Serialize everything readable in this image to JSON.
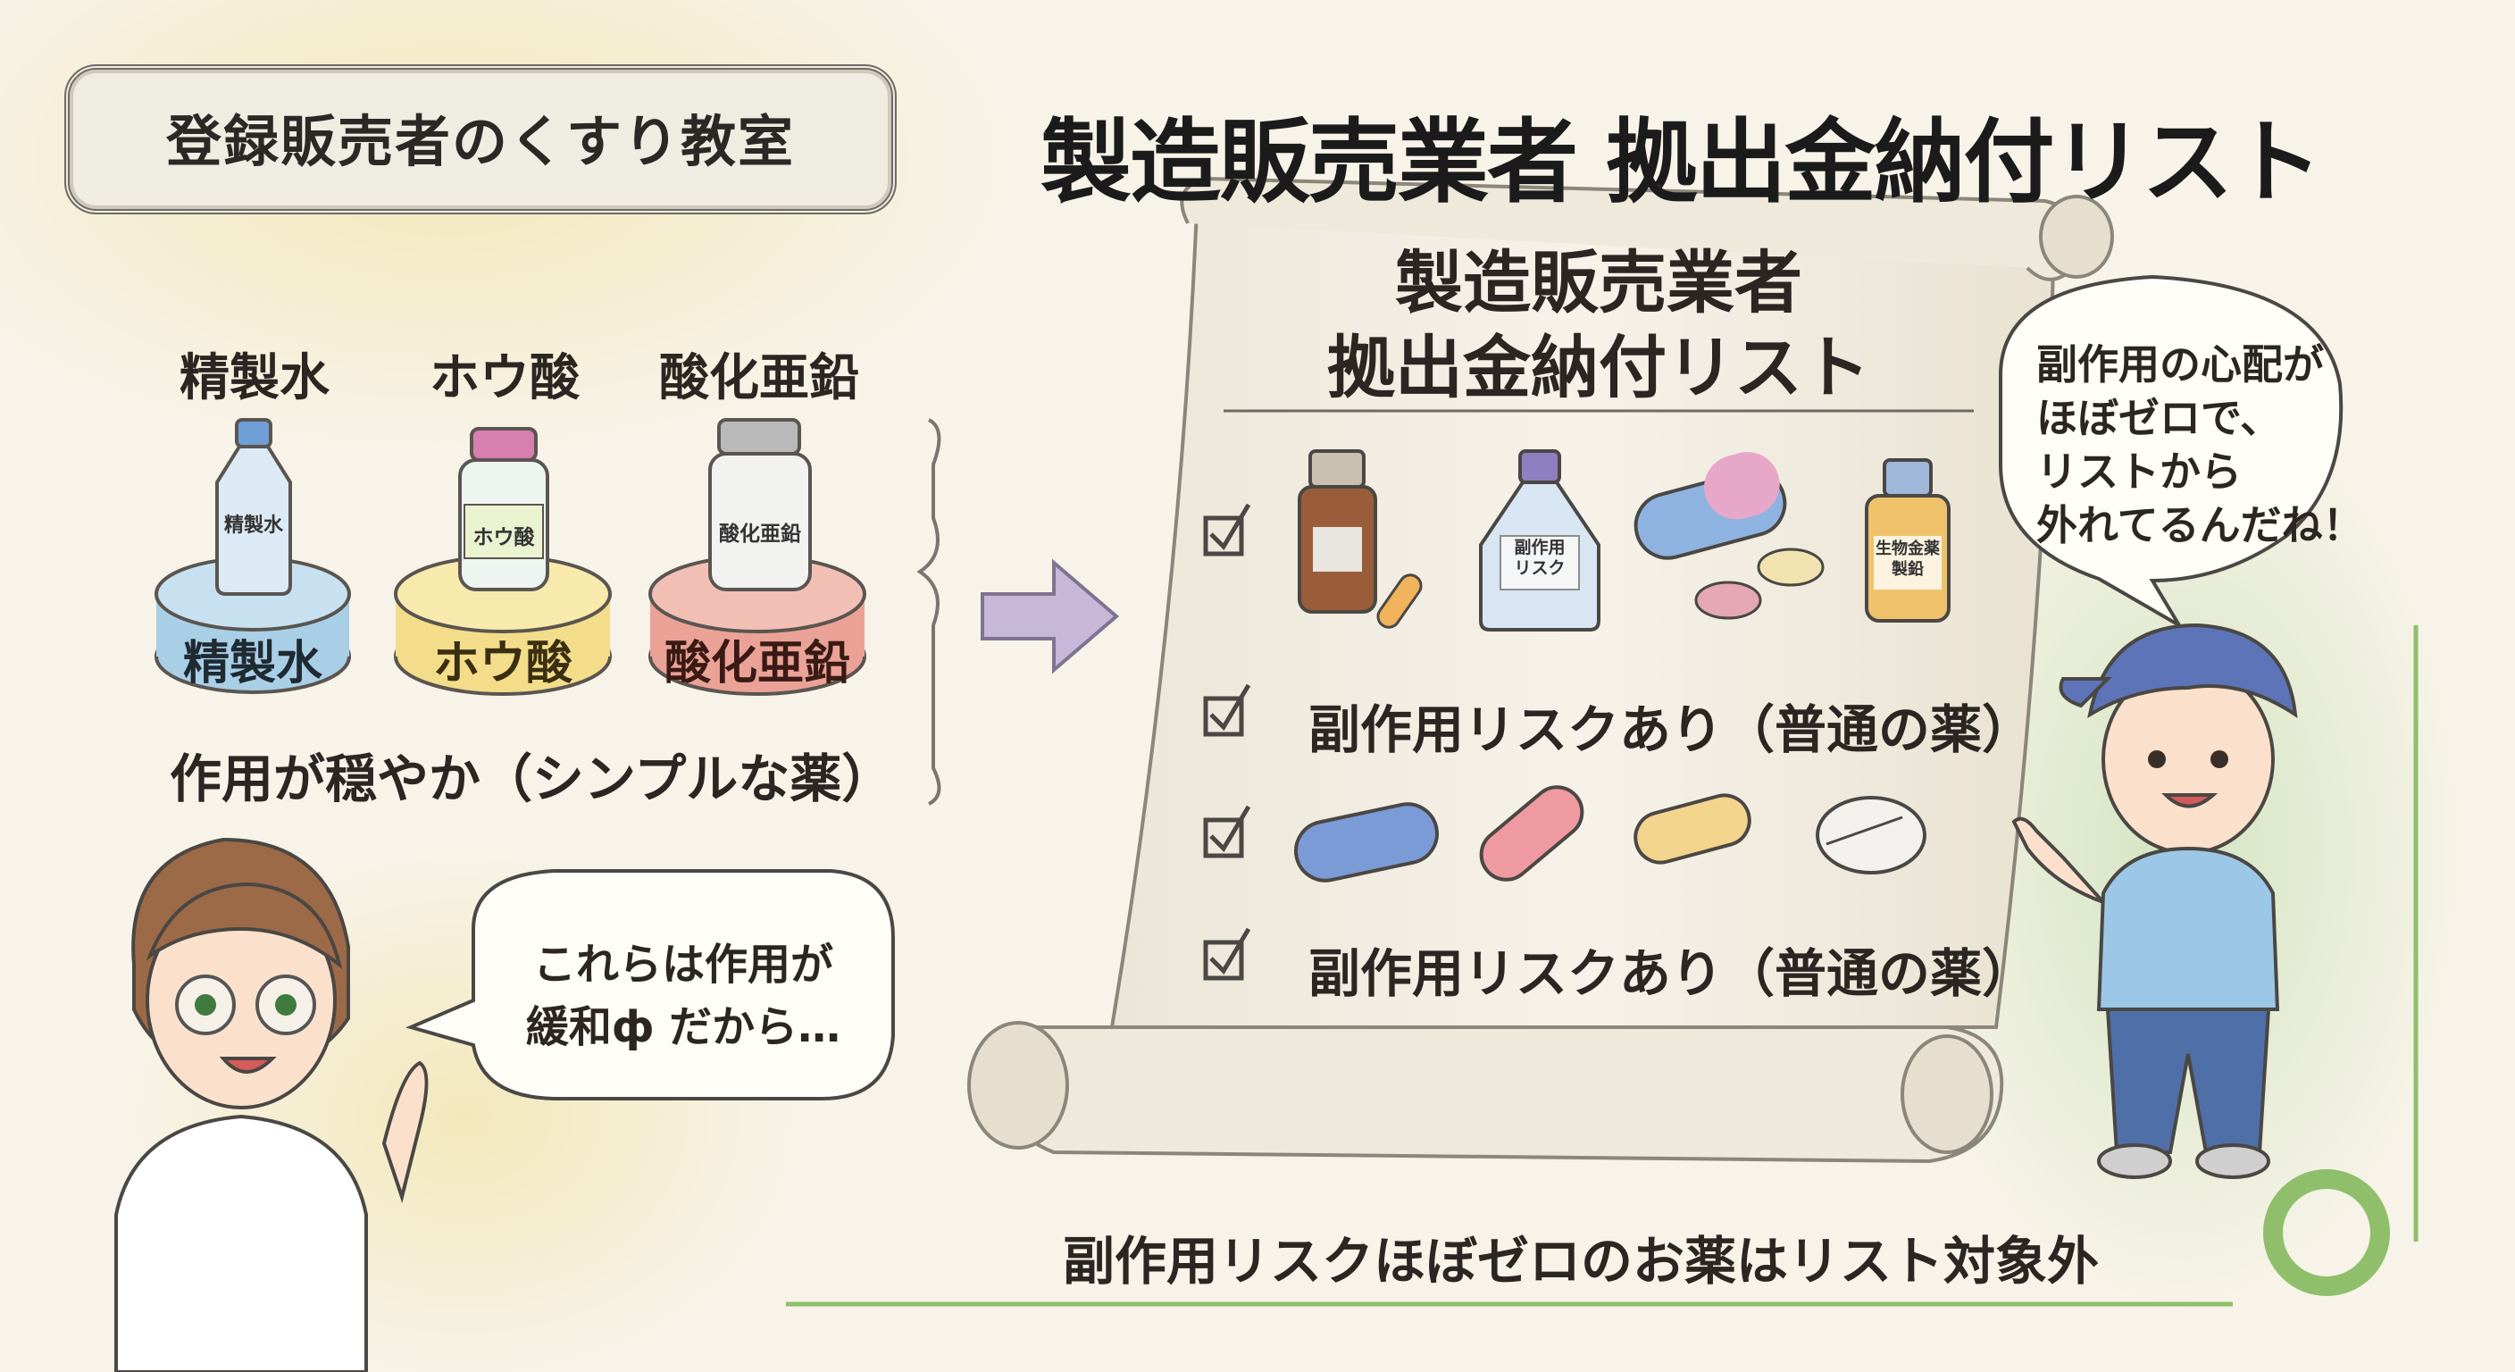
{
  "badge": {
    "label": "登録販売者のくすり教室"
  },
  "main_title": "製造販売業者 拠出金納付リスト",
  "scroll": {
    "title_line1": "製造販売業者",
    "title_line2": "拠出金納付リスト",
    "row1_items": [
      {
        "label": ""
      },
      {
        "label": "副作用\nリスク"
      },
      {
        "label": ""
      },
      {
        "label": "生物金薬\n製鉛"
      }
    ],
    "row2_text": "副作用リスクあり（普通の薬）",
    "row4_text": "副作用リスクあり（普通の薬）"
  },
  "left": {
    "items": [
      {
        "top_label": "精製水",
        "bottle_label": "精製水",
        "base_label": "精製水",
        "base_color": "#a9cfe6",
        "cap_color": "#6f9fd6"
      },
      {
        "top_label": "ホウ酸",
        "bottle_label": "ホウ酸",
        "base_label": "ホウ酸",
        "base_color": "#f3dd8a",
        "cap_color": "#d77fb0"
      },
      {
        "top_label": "酸化亜鉛",
        "bottle_label": "酸化亜鉛",
        "base_label": "酸化亜鉛",
        "base_color": "#eaa296",
        "cap_color": "#9a9a9a"
      }
    ],
    "caption": "作用が穏やか（シンプルな薬）"
  },
  "teacher_bubble": {
    "line1": "これらは作用が",
    "line2": "緩和ф だから…"
  },
  "boy_bubble": {
    "line1": "副作用の心配が",
    "line2": "ほぼゼロで、",
    "line3": "リストから",
    "line4": "外れてるんだね！"
  },
  "footer": "副作用リスクほぼゼロのお薬はリスト対象外",
  "colors": {
    "title": "#1c1b1b",
    "accent_green": "#8fbf6a",
    "arrow": "#c7b7d8"
  }
}
